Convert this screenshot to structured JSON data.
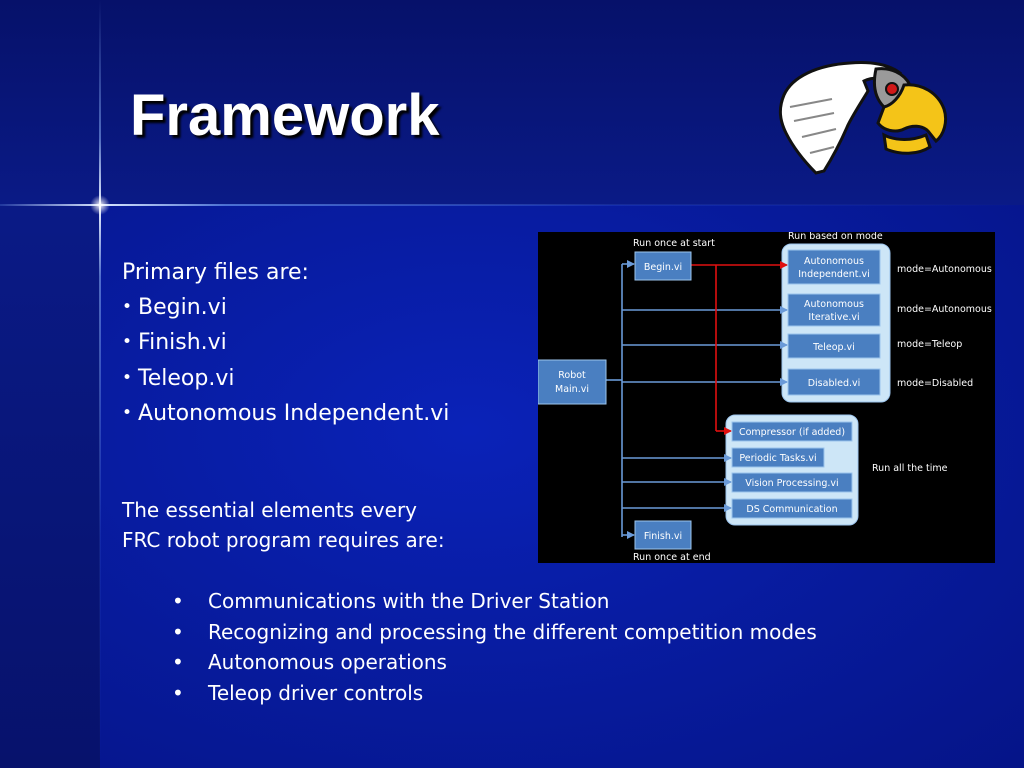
{
  "slide": {
    "title": "Framework"
  },
  "files": {
    "intro": "Primary files are:",
    "bullet": "•",
    "items": [
      "Begin.vi",
      "Finish.vi",
      "Teleop.vi",
      "Autonomous Independent.vi"
    ]
  },
  "essential": {
    "line1": "The essential elements every",
    "line2": "FRC robot program requires are:"
  },
  "requirements": {
    "bullet": "•",
    "items": [
      "Communications with the Driver Station",
      "Recognizing and processing the different competition modes",
      "Autonomous operations",
      "Teleop driver controls"
    ]
  },
  "diagram": {
    "run_once_start": "Run once at start",
    "run_based_on_mode": "Run based on mode",
    "run_all_time": "Run all the time",
    "run_once_end": "Run once at end",
    "robot_main_line1": "Robot",
    "robot_main_line2": "Main.vi",
    "begin": "Begin.vi",
    "finish": "Finish.vi",
    "auto_indep_line1": "Autonomous",
    "auto_indep_line2": "Independent.vi",
    "auto_iter_line1": "Autonomous",
    "auto_iter_line2": "Iterative.vi",
    "teleop": "Teleop.vi",
    "disabled": "Disabled.vi",
    "compressor": "Compressor (if added)",
    "periodic": "Periodic Tasks.vi",
    "vision": "Vision Processing.vi",
    "ds_comm": "DS Communication",
    "mode_auto_1": "mode=Autonomous",
    "mode_auto_2": "mode=Autonomous",
    "mode_teleop": "mode=Teleop",
    "mode_disabled": "mode=Disabled",
    "colors": {
      "box": "#4a7fc1",
      "box_border": "#9cc4ec",
      "group": "#cde6f7",
      "line": "#6a9ad8",
      "arrow_red": "#e01010"
    }
  },
  "logo": {
    "icon": "eagle-head-icon"
  }
}
